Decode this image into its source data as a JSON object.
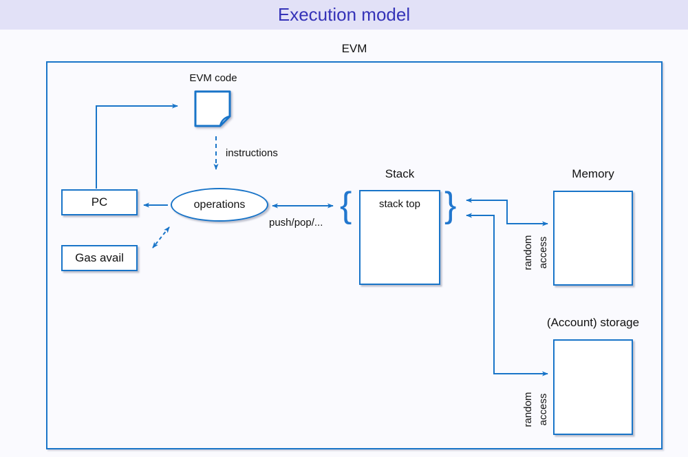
{
  "title": "Execution model",
  "diagram": {
    "evm_label": "EVM",
    "evm_code_label": "EVM code",
    "instructions_label": "instructions",
    "pc_label": "PC",
    "gas_label": "Gas avail",
    "operations_label": "operations",
    "push_pop_label": "push/pop/...",
    "stack_label": "Stack",
    "stack_top_label": "stack top",
    "memory_label": "Memory",
    "storage_label": "(Account) storage",
    "random_access_memory": "random\naccess",
    "random_access_storage": "random\naccess",
    "brace_left": "{",
    "brace_right": "}"
  },
  "colors": {
    "accent_blue": "#1874c8",
    "title_text": "#3533b8",
    "title_bar_bg": "#e2e1f7",
    "page_bg": "#fafafe"
  }
}
